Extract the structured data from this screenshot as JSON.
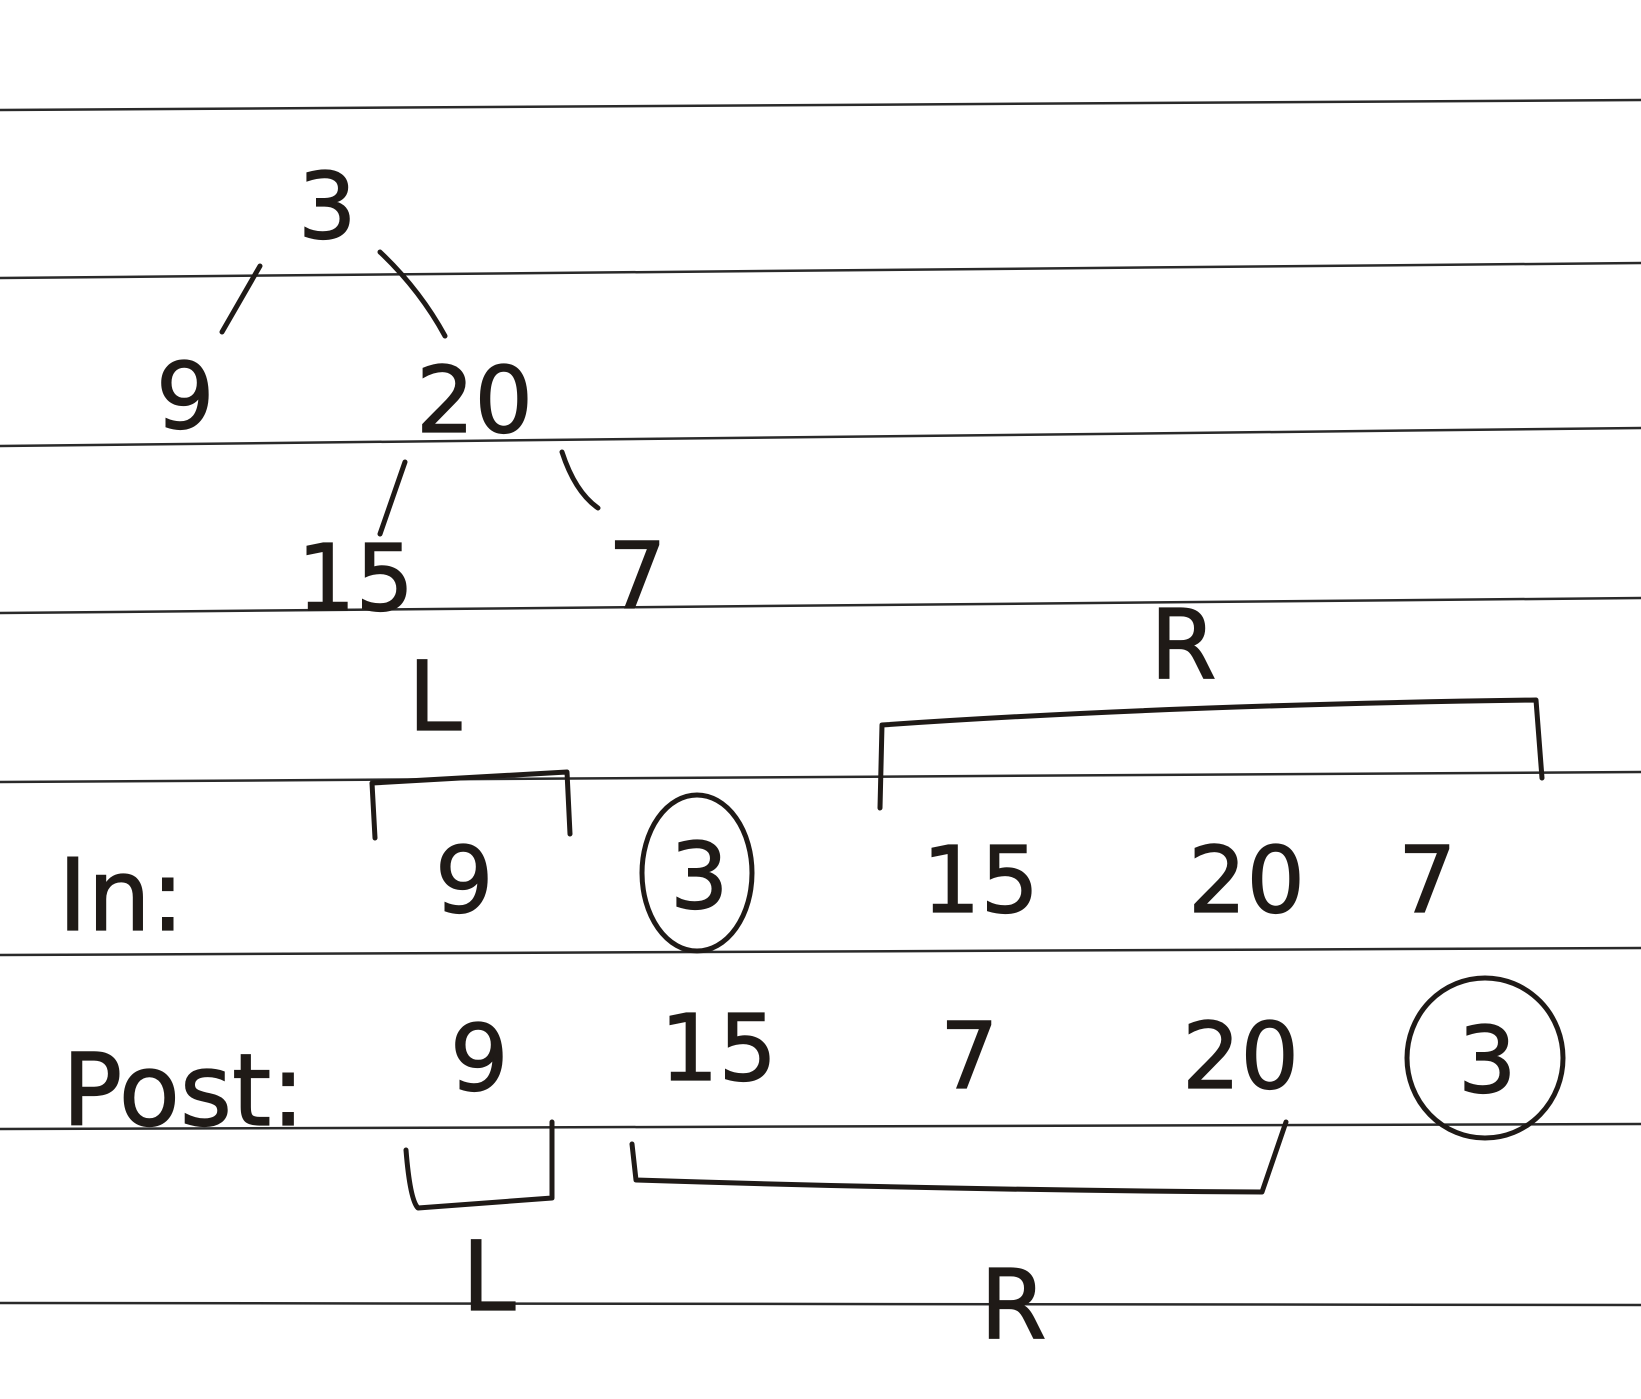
{
  "tree": {
    "root": "3",
    "left": "9",
    "right": "20",
    "right_left": "15",
    "right_right": "7"
  },
  "inorder": {
    "label": "In:",
    "values": [
      "9",
      "3",
      "15",
      "20",
      "7"
    ],
    "left_group_label": "L",
    "right_group_label": "R"
  },
  "postorder": {
    "label": "Post:",
    "values": [
      "9",
      "15",
      "7",
      "20",
      "3"
    ],
    "left_group_label": "L",
    "right_group_label": "R"
  },
  "colors": {
    "ink": "#1f1a17",
    "paper": "#ffffff",
    "rule": "#2a2a2a"
  }
}
